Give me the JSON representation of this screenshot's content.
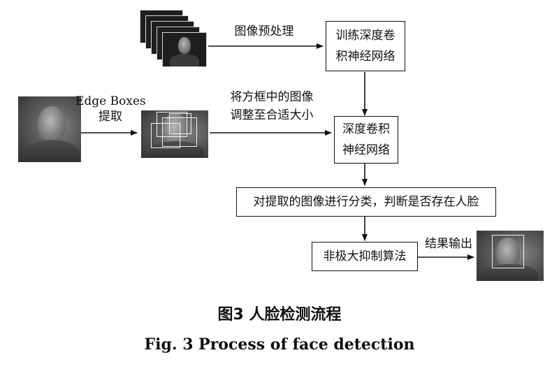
{
  "steps": {
    "preprocess_label": "图像预处理",
    "train_cnn": [
      "训练深度卷",
      "积神经网络"
    ],
    "edge_boxes_label": [
      "Edge Boxes",
      "提取"
    ],
    "resize_label": [
      "将方框中的图像",
      "调整至合适大小"
    ],
    "cnn": [
      "深度卷积",
      "神经网络"
    ],
    "classify": "对提取的图像进行分类，判断是否存在人脸",
    "nms": "非极大抑制算法",
    "output_label": "结果输出"
  },
  "caption": {
    "cn": "图3  人脸检测流程",
    "en": "Fig. 3  Process of face detection"
  },
  "colors": {
    "stroke": "#111111",
    "photo_dark": "#1e1e1e",
    "bbox": "#f2f2f2"
  }
}
